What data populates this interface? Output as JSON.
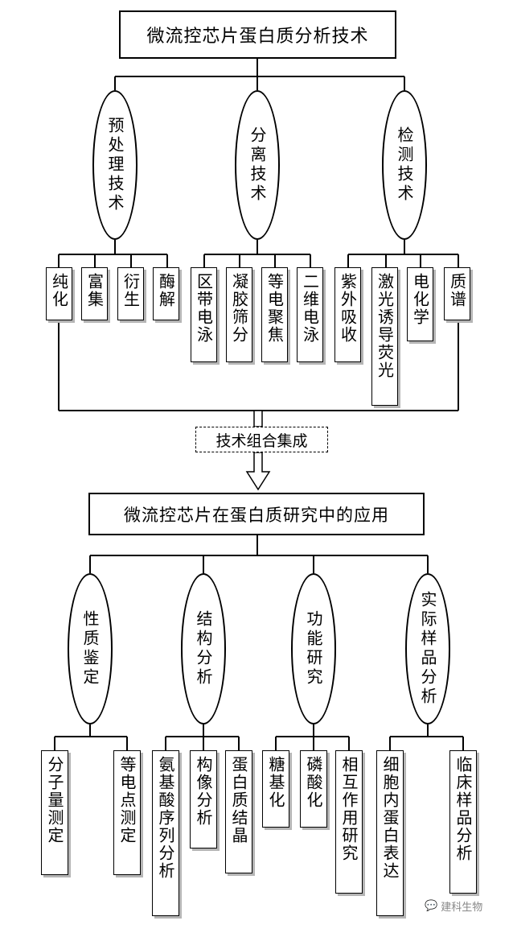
{
  "top_title": "微流控芯片蛋白质分析技术",
  "top_categories": [
    {
      "label": "预处理技术",
      "leaves": [
        "纯化",
        "富集",
        "衍生",
        "酶解"
      ]
    },
    {
      "label": "分离技术",
      "leaves": [
        "区带电泳",
        "凝胶筛分",
        "等电聚焦",
        "二维电泳"
      ]
    },
    {
      "label": "检测技术",
      "leaves": [
        "紫外吸收",
        "激光诱导荧光",
        "电化学",
        "质谱"
      ]
    }
  ],
  "integration_label": "技术组合集成",
  "bottom_title": "微流控芯片在蛋白质研究中的应用",
  "bottom_categories": [
    {
      "label": "性质鉴定",
      "leaves": [
        "分子量测定",
        "等电点测定"
      ]
    },
    {
      "label": "结构分析",
      "leaves": [
        "氨基酸序列分析",
        "构像分析",
        "蛋白质结晶"
      ]
    },
    {
      "label": "功能研究",
      "leaves": [
        "糖基化",
        "磷酸化",
        "相互作用研究"
      ]
    },
    {
      "label": "实际样品分析",
      "leaves": [
        "细胞内蛋白表达",
        "临床样品分析"
      ]
    }
  ],
  "watermark": "建科生物"
}
